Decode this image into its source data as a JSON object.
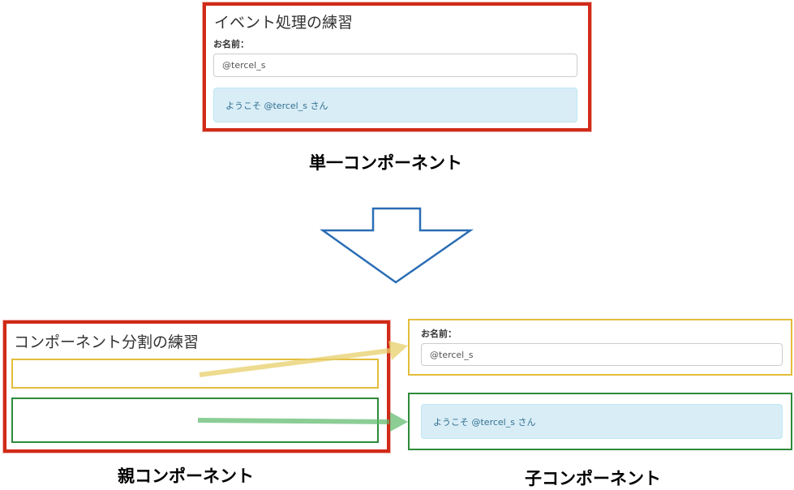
{
  "single": {
    "title": "イベント処理の練習",
    "name_label": "お名前：",
    "input_value": "@tercel_s",
    "greeting": "ようこそ @tercel_s さん",
    "caption": "単一コンポーネント"
  },
  "parent": {
    "title": "コンポーネント分割の練習",
    "caption": "親コンポーネント"
  },
  "child": {
    "name_label": "お名前：",
    "input_value": "@tercel_s",
    "greeting": "ようこそ @tercel_s さん",
    "caption": "子コンポーネント"
  },
  "colors": {
    "parent_frame": "#d02a18",
    "input_component_frame": "#e3bd3b",
    "output_component_frame": "#2e8a3a",
    "down_arrow": "#2a6db5"
  }
}
